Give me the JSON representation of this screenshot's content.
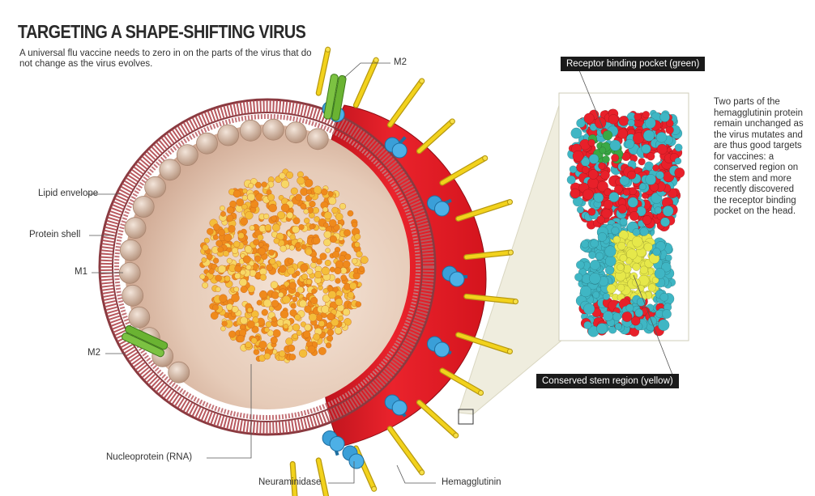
{
  "header": {
    "title": "TARGETING A SHAPE-SHIFTING VIRUS",
    "subtitle": "A universal flu vaccine needs to zero in on the parts of the virus that do not change as the virus evolves."
  },
  "labels": {
    "m2_top": "M2",
    "lipid_envelope": "Lipid envelope",
    "protein_shell": "Protein shell",
    "m1": "M1",
    "m2_left": "M2",
    "nucleoprotein": "Nucleoprotein (RNA)",
    "neuraminidase": "Neuraminidase",
    "hemagglutinin": "Hemagglutinin"
  },
  "callouts": {
    "receptor_pocket": "Receptor binding pocket (green)",
    "stem_region": "Conserved stem region (yellow)"
  },
  "side_note": "Two parts of the hemagglutinin protein remain unchanged as the virus mutates and are thus good targets for vaccines: a conserved region on the stem and more recently discovered the receptor binding pocket on the head.",
  "colors": {
    "surface_red": "#e8202a",
    "membrane": "#b8585e",
    "hemagglutinin_spike": "#f2d21c",
    "neuraminidase_knob": "#3a9fd8",
    "m2_channel": "#7cc242",
    "protein_teal": "#3fb6c4",
    "pocket_green": "#3aa845",
    "stem_yellow": "#e6e84a",
    "panel_bg": "#eceadb"
  }
}
